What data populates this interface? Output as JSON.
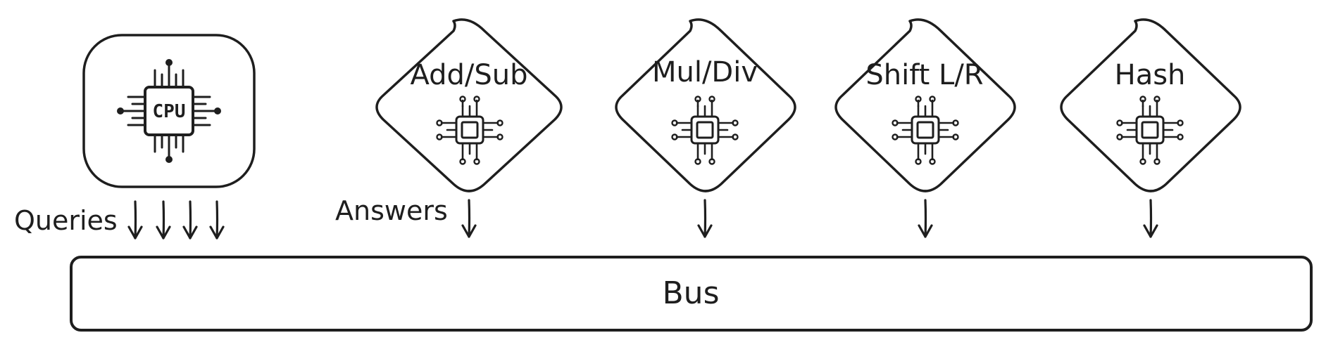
{
  "cpu": {
    "chip_text": "CPU"
  },
  "labels": {
    "queries": "Queries",
    "answers": "Answers"
  },
  "units": [
    {
      "label": "Add/Sub",
      "icon": "chip-icon"
    },
    {
      "label": "Mul/Div",
      "icon": "chip-icon"
    },
    {
      "label": "Shift L/R",
      "icon": "chip-icon"
    },
    {
      "label": "Hash",
      "icon": "chip-icon"
    }
  ],
  "bus": {
    "label": "Bus"
  },
  "colors": {
    "unit_fill": "#b2f2bb",
    "bus_fill": "#a5d8ff",
    "stroke": "#1e1e1e",
    "cpu_fill": "#ffffff"
  }
}
